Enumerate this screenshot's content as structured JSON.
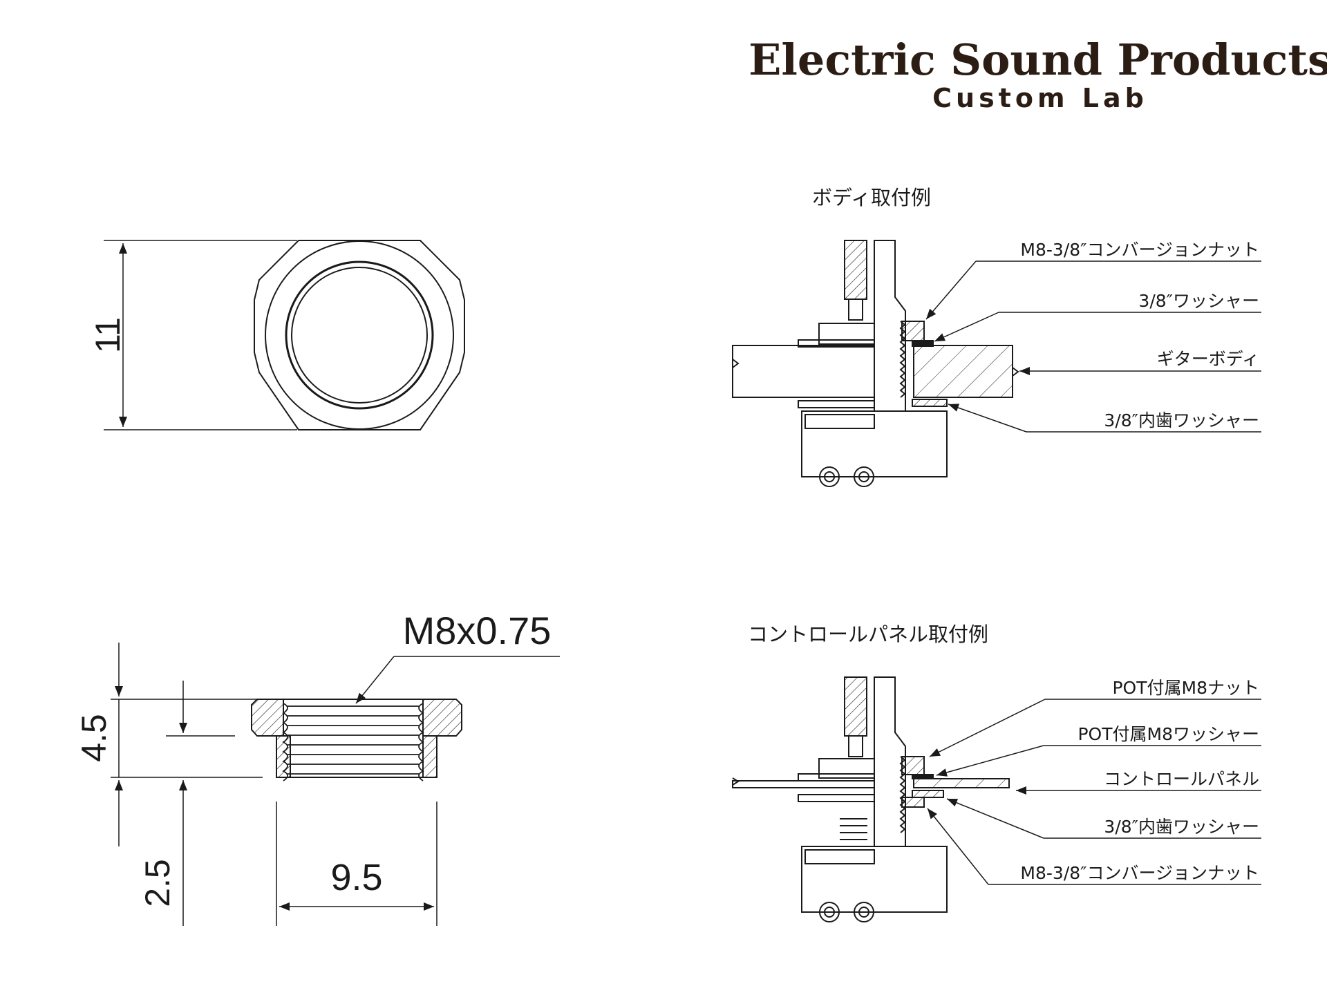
{
  "brand": {
    "name": "Electric Sound Products",
    "sub": "Custom Lab"
  },
  "top_view": {
    "dim_height": "11"
  },
  "section_view": {
    "thread_spec": "M8x0.75",
    "dim_total_height": "4.5",
    "dim_flange": "2.5",
    "dim_width": "9.5"
  },
  "body_mount": {
    "title": "ボディ取付例",
    "labels": [
      "M8-3/8″コンバージョンナット",
      "3/8″ワッシャー",
      "ギターボディ",
      "3/8″内歯ワッシャー"
    ]
  },
  "panel_mount": {
    "title": "コントロールパネル取付例",
    "labels": [
      "POT付属M8ナット",
      "POT付属M8ワッシャー",
      "コントロールパネル",
      "3/8″内歯ワッシャー",
      "M8-3/8″コンバージョンナット"
    ]
  },
  "colors": {
    "ink": "#1a1a1a",
    "logo": "#2b1d14"
  }
}
